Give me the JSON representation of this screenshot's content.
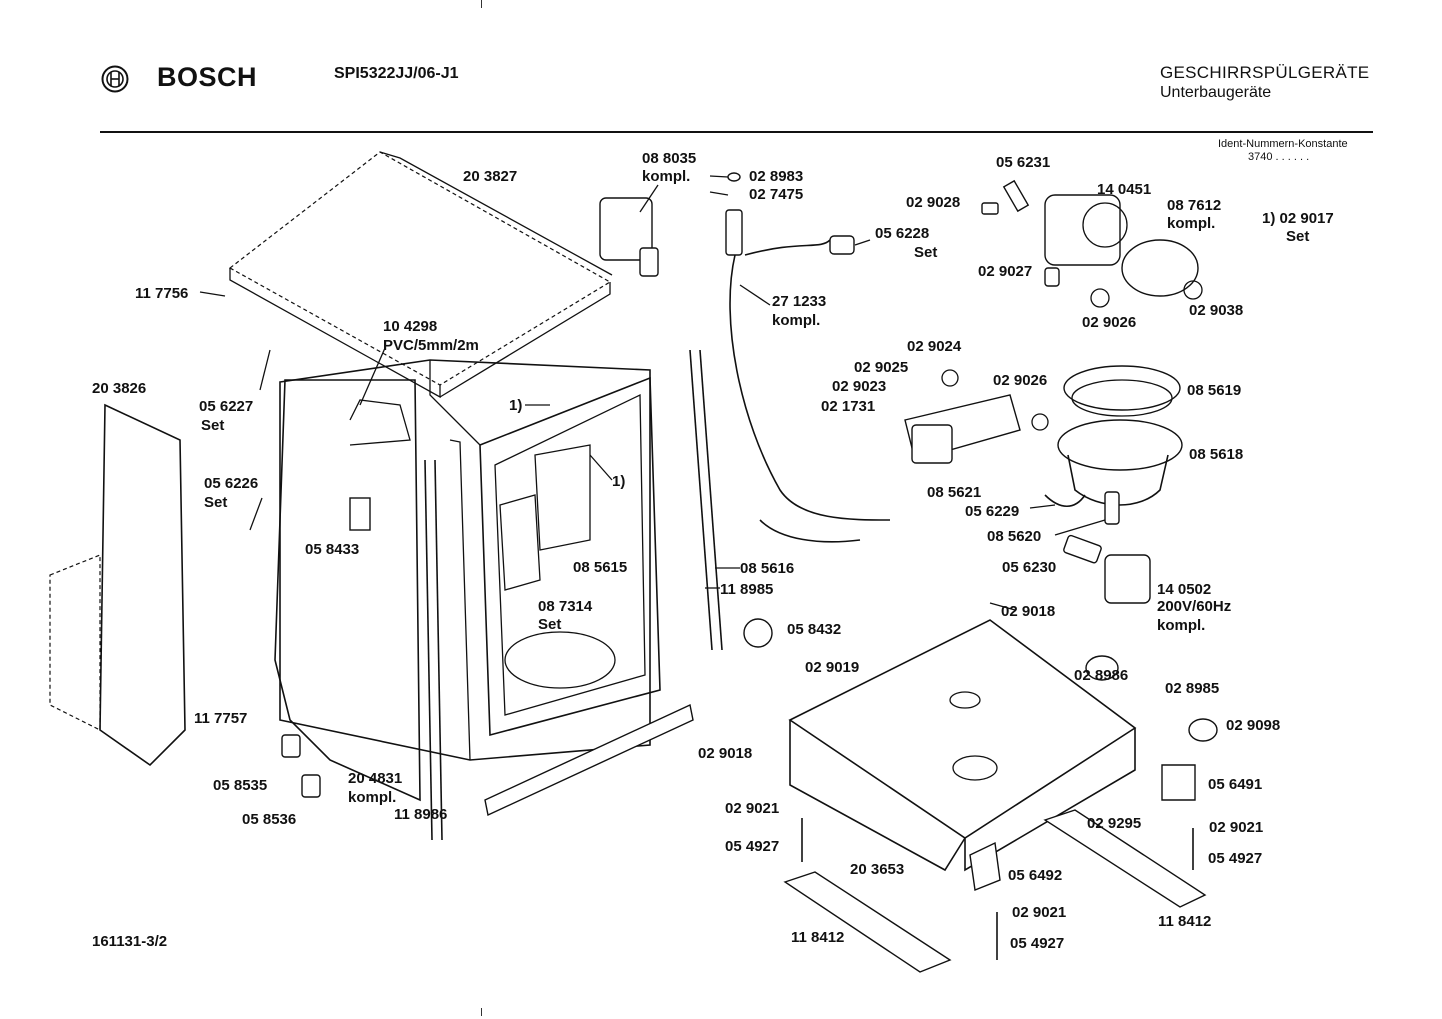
{
  "header": {
    "brand": "BOSCH",
    "model": "SPI5322JJ/06-J1",
    "category": "GESCHIRRSPÜLGERÄTE",
    "subcategory": "Unterbaugeräte"
  },
  "ident": {
    "title": "Ident-Nummern-Konstante",
    "value": "3740  . .   . . . ."
  },
  "footer": {
    "document_number": "161131-3/2"
  },
  "parts": [
    {
      "id": "p203827",
      "text": "20 3827"
    },
    {
      "id": "p117756",
      "text": "11 7756"
    },
    {
      "id": "p104298a",
      "text": "10 4298"
    },
    {
      "id": "p104298b",
      "text": "PVC/5mm/2m"
    },
    {
      "id": "p203826",
      "text": "20 3826"
    },
    {
      "id": "p056227a",
      "text": "05 6227"
    },
    {
      "id": "p056227b",
      "text": "Set"
    },
    {
      "id": "p056226a",
      "text": "05 6226"
    },
    {
      "id": "p056226b",
      "text": "Set"
    },
    {
      "id": "p058433",
      "text": "05 8433"
    },
    {
      "id": "p117757",
      "text": "11 7757"
    },
    {
      "id": "p058535",
      "text": "05 8535"
    },
    {
      "id": "p058536",
      "text": "05 8536"
    },
    {
      "id": "p204831a",
      "text": "20 4831"
    },
    {
      "id": "p204831b",
      "text": "kompl."
    },
    {
      "id": "p118986",
      "text": "11 8986"
    },
    {
      "id": "p1a",
      "text": "1)"
    },
    {
      "id": "p1b",
      "text": "1)"
    },
    {
      "id": "p085615",
      "text": "08 5615"
    },
    {
      "id": "p087314a",
      "text": "08 7314"
    },
    {
      "id": "p087314b",
      "text": "Set"
    },
    {
      "id": "p085616",
      "text": "08 5616"
    },
    {
      "id": "p118985",
      "text": "11 8985"
    },
    {
      "id": "p088035a",
      "text": "08 8035"
    },
    {
      "id": "p088035b",
      "text": "kompl."
    },
    {
      "id": "p028983",
      "text": "02 8983"
    },
    {
      "id": "p027475",
      "text": "02 7475"
    },
    {
      "id": "p271233a",
      "text": "27 1233"
    },
    {
      "id": "p271233b",
      "text": "kompl."
    },
    {
      "id": "p056228a",
      "text": "05 6228"
    },
    {
      "id": "p056228b",
      "text": "Set"
    },
    {
      "id": "p056231",
      "text": "05 6231"
    },
    {
      "id": "p029028",
      "text": "02 9028"
    },
    {
      "id": "p140451",
      "text": "14 0451"
    },
    {
      "id": "p087612a",
      "text": "08 7612"
    },
    {
      "id": "p087612b",
      "text": "kompl."
    },
    {
      "id": "pnote1",
      "text": "1) 02 9017"
    },
    {
      "id": "pnote2",
      "text": "Set"
    },
    {
      "id": "p029027",
      "text": "02 9027"
    },
    {
      "id": "p029026a",
      "text": "02 9026"
    },
    {
      "id": "p029038",
      "text": "02 9038"
    },
    {
      "id": "p029024",
      "text": "02 9024"
    },
    {
      "id": "p029025",
      "text": "02 9025"
    },
    {
      "id": "p029023",
      "text": "02 9023"
    },
    {
      "id": "p021731",
      "text": "02 1731"
    },
    {
      "id": "p029026b",
      "text": "02 9026"
    },
    {
      "id": "p085619",
      "text": "08 5619"
    },
    {
      "id": "p085618",
      "text": "08 5618"
    },
    {
      "id": "p085621",
      "text": "08 5621"
    },
    {
      "id": "p056229",
      "text": "05 6229"
    },
    {
      "id": "p085620",
      "text": "08 5620"
    },
    {
      "id": "p056230",
      "text": "05 6230"
    },
    {
      "id": "p140502a",
      "text": "14 0502"
    },
    {
      "id": "p140502b",
      "text": "200V/60Hz"
    },
    {
      "id": "p140502c",
      "text": "kompl."
    },
    {
      "id": "p029018a",
      "text": "02 9018"
    },
    {
      "id": "p058432",
      "text": "05 8432"
    },
    {
      "id": "p029019",
      "text": "02 9019"
    },
    {
      "id": "p028986",
      "text": "02 8986"
    },
    {
      "id": "p028985",
      "text": "02 8985"
    },
    {
      "id": "p029098",
      "text": "02 9098"
    },
    {
      "id": "p029018b",
      "text": "02 9018"
    },
    {
      "id": "p056491",
      "text": "05 6491"
    },
    {
      "id": "p029021a",
      "text": "02 9021"
    },
    {
      "id": "p054927a",
      "text": "05 4927"
    },
    {
      "id": "p029295",
      "text": "02 9295"
    },
    {
      "id": "p029021b",
      "text": "02 9021"
    },
    {
      "id": "p054927b",
      "text": "05 4927"
    },
    {
      "id": "p203653",
      "text": "20 3653"
    },
    {
      "id": "p056492",
      "text": "05 6492"
    },
    {
      "id": "p029021c",
      "text": "02 9021"
    },
    {
      "id": "p054927c",
      "text": "05 4927"
    },
    {
      "id": "p118412a",
      "text": "11 8412"
    },
    {
      "id": "p118412b",
      "text": "11 8412"
    }
  ]
}
